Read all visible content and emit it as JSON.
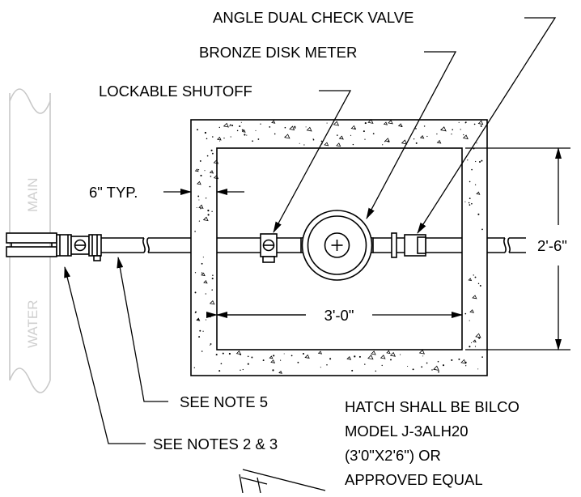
{
  "callouts": {
    "angle_dual_check_valve": "ANGLE DUAL CHECK VALVE",
    "bronze_disk_meter": "BRONZE DISK METER",
    "lockable_shutoff": "LOCKABLE SHUTOFF",
    "wall_thickness": "6\" TYP.",
    "see_note_5": "SEE NOTE 5",
    "see_notes_2_3": "SEE NOTES 2 &  3"
  },
  "dimensions": {
    "width": "3'-0\"",
    "height": "2'-6\""
  },
  "water_main": {
    "word_1": "WATER",
    "word_2": "MAIN"
  },
  "hatch_note": {
    "lines": [
      "HATCH SHALL BE BILCO",
      "MODEL J-3ALH20",
      "(3'0\"X2'6\") OR",
      "APPROVED EQUAL"
    ]
  },
  "colors": {
    "ink": "#000000",
    "water_main": "#c8c8c8",
    "background": "#ffffff"
  }
}
